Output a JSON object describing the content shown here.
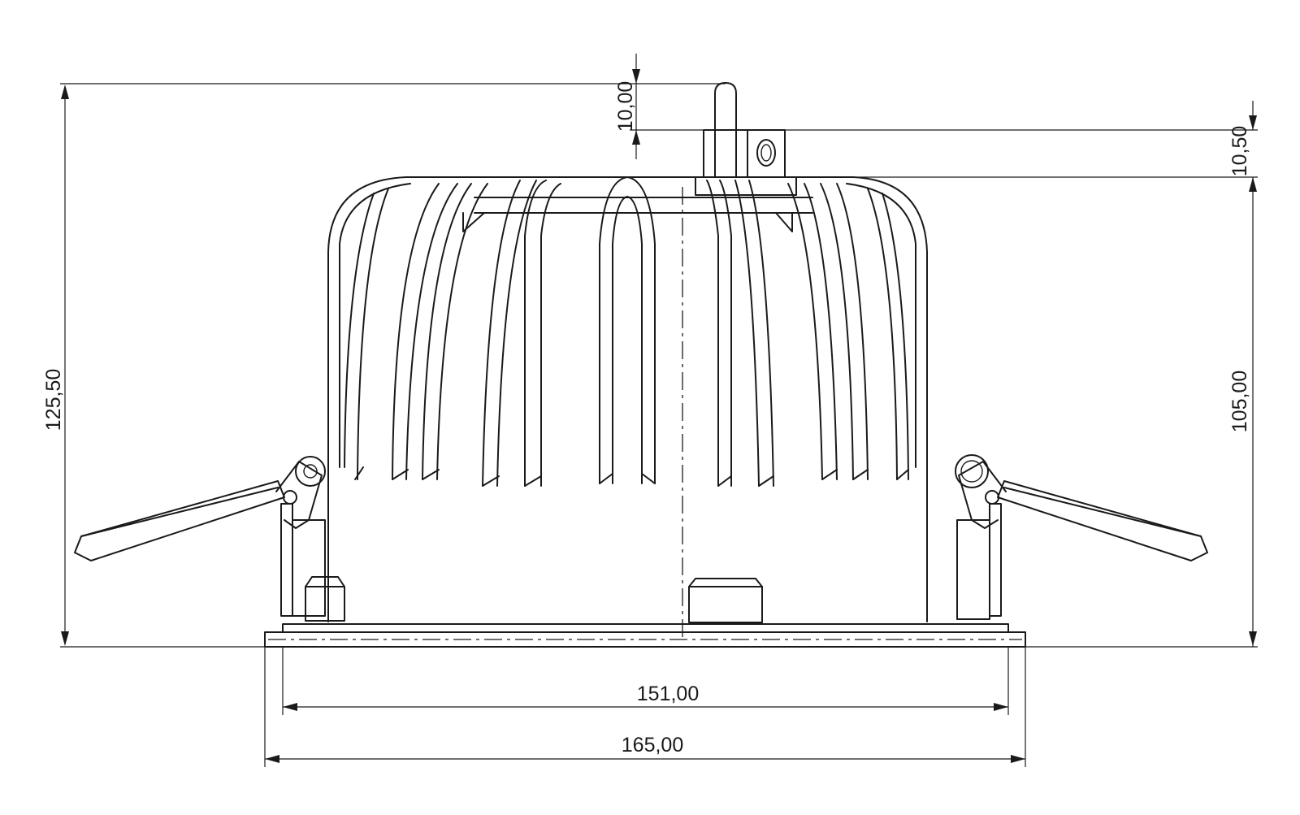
{
  "dimensions": {
    "total_height": "125,50",
    "body_height": "105,00",
    "pin_height": "10,00",
    "mount_height": "10,50",
    "cutout_diameter": "151,00",
    "flange_diameter": "165,00"
  },
  "colors": {
    "line": "#1a1a1a",
    "background": "#ffffff"
  }
}
